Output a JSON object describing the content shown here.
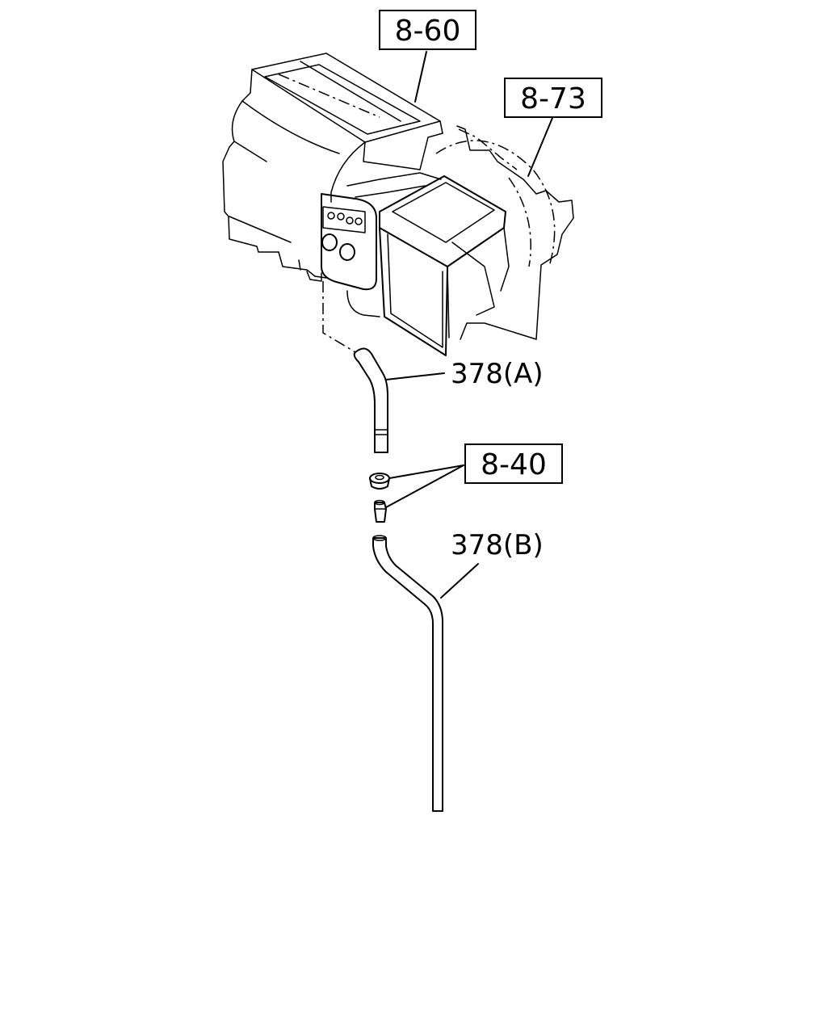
{
  "callouts": {
    "ref_860": "8-60",
    "ref_873": "8-73",
    "ref_840": "8-40",
    "part_378a": "378(A)",
    "part_378b": "378(B)"
  }
}
